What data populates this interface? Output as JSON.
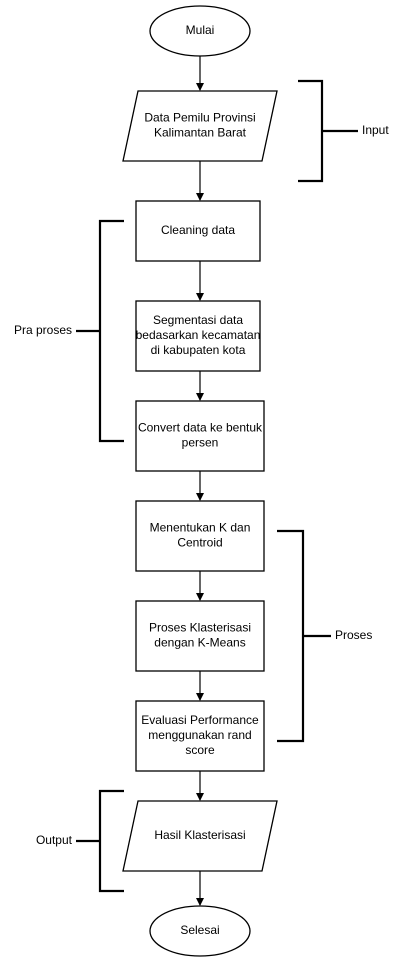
{
  "diagram": {
    "nodes": [
      {
        "id": "start",
        "shape": "terminator",
        "lines": [
          "Mulai"
        ]
      },
      {
        "id": "input",
        "shape": "data",
        "lines": [
          "Data Pemilu Provinsi",
          "Kalimantan Barat"
        ]
      },
      {
        "id": "cleaning",
        "shape": "process",
        "lines": [
          "Cleaning data"
        ]
      },
      {
        "id": "segmentation",
        "shape": "process",
        "lines": [
          "Segmentasi data",
          "bedasarkan kecamatan",
          "di kabupaten kota"
        ]
      },
      {
        "id": "convert",
        "shape": "process",
        "lines": [
          "Convert data ke bentuk",
          "persen"
        ]
      },
      {
        "id": "determine-k",
        "shape": "process",
        "lines": [
          "Menentukan K dan",
          "Centroid"
        ]
      },
      {
        "id": "clustering",
        "shape": "process",
        "lines": [
          "Proses Klasterisasi",
          "dengan K-Means"
        ]
      },
      {
        "id": "evaluation",
        "shape": "process",
        "lines": [
          "Evaluasi Performance",
          "menggunakan rand",
          "score"
        ]
      },
      {
        "id": "result",
        "shape": "data",
        "lines": [
          "Hasil Klasterisasi"
        ]
      },
      {
        "id": "end",
        "shape": "terminator",
        "lines": [
          "Selesai"
        ]
      }
    ],
    "edges": [
      {
        "from": "start",
        "to": "input"
      },
      {
        "from": "input",
        "to": "cleaning"
      },
      {
        "from": "cleaning",
        "to": "segmentation"
      },
      {
        "from": "segmentation",
        "to": "convert"
      },
      {
        "from": "convert",
        "to": "determine-k"
      },
      {
        "from": "determine-k",
        "to": "clustering"
      },
      {
        "from": "clustering",
        "to": "evaluation"
      },
      {
        "from": "evaluation",
        "to": "result"
      },
      {
        "from": "result",
        "to": "end"
      }
    ],
    "groups": [
      {
        "id": "input-group",
        "label": "Input",
        "side": "right",
        "spans": [
          "input"
        ]
      },
      {
        "id": "preprocess-group",
        "label": "Pra proses",
        "side": "left",
        "spans": [
          "cleaning",
          "segmentation",
          "convert"
        ]
      },
      {
        "id": "process-group",
        "label": "Proses",
        "side": "right",
        "spans": [
          "determine-k",
          "clustering",
          "evaluation"
        ]
      },
      {
        "id": "output-group",
        "label": "Output",
        "side": "left",
        "spans": [
          "result"
        ]
      }
    ]
  }
}
